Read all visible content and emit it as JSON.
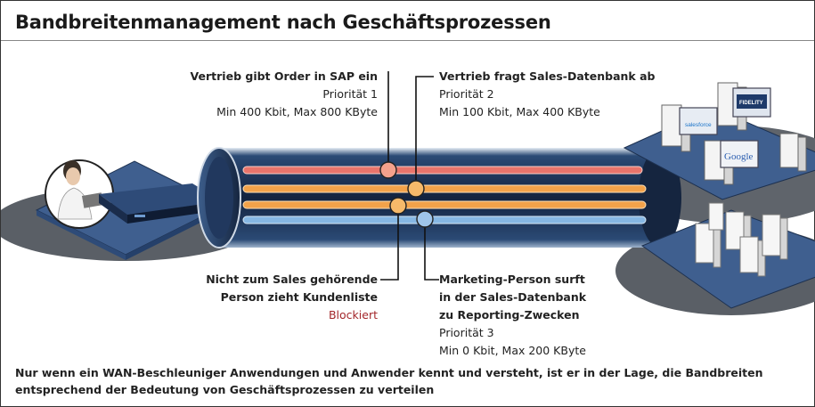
{
  "title": "Bandbreitenmanagement nach Geschäftsprozessen",
  "labels": {
    "sap": {
      "heading": "Vertrieb gibt Order in SAP ein",
      "line1": "Priorität 1",
      "line2": "Min 400 Kbit, Max 800 KByte"
    },
    "sales": {
      "heading": "Vertrieb fragt Sales-Datenbank ab",
      "line1": "Priorität 2",
      "line2": "Min 100 Kbit, Max 400 KByte"
    },
    "blocked": {
      "heading1": "Nicht zum Sales gehörende",
      "heading2": "Person zieht Kundenliste",
      "status": "Blockiert"
    },
    "marketing": {
      "heading1": "Marketing-Person surft",
      "heading2": "in der Sales-Datenbank",
      "heading3": "zu Reporting-Zwecken",
      "line1": "Priorität 3",
      "line2": "Min 0 Kbit, Max 200 KByte"
    }
  },
  "screens": {
    "salesforce": "salesforce",
    "google": "Google",
    "fidelity": "FIDELITY"
  },
  "footer": "Nur wenn ein WAN-Beschleuniger Anwendungen und Anwender kennt und versteht, ist er in der Lage, die Bandbreiten entsprechend der Bedeutung von Geschäftsprozessen zu verteilen",
  "colors": {
    "platform": "#3f5f8f",
    "ground": "#555a61",
    "tube": "#1b2c4a",
    "lane_red": "#e8746b",
    "lane_orange": "#f2a24a",
    "lane_blue": "#86b7e3",
    "blocked": "#a3262a"
  }
}
